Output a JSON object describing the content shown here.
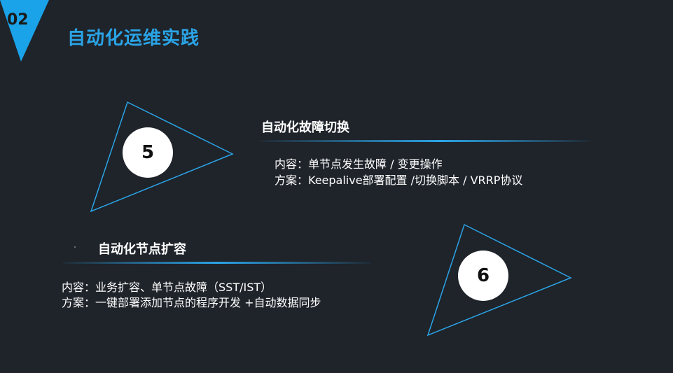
{
  "section": {
    "number": "02",
    "title": "自动化运维实践"
  },
  "item5": {
    "number": "5",
    "heading": "自动化故障切换",
    "content_line": "内容：单节点发生故障 / 变更操作",
    "plan_line": "方案：Keepalive部署配置 /切换脚本 / VRRP协议"
  },
  "item6": {
    "number": "6",
    "heading": "自动化节点扩容",
    "content_line": "内容：业务扩容、单节点故障（SST/IST）",
    "plan_line": "方案：一键部署添加节点的程序开发 +自动数据同步"
  },
  "colors": {
    "background": "#1f232a",
    "accent": "#2aa4e6",
    "text": "#ffffff"
  }
}
